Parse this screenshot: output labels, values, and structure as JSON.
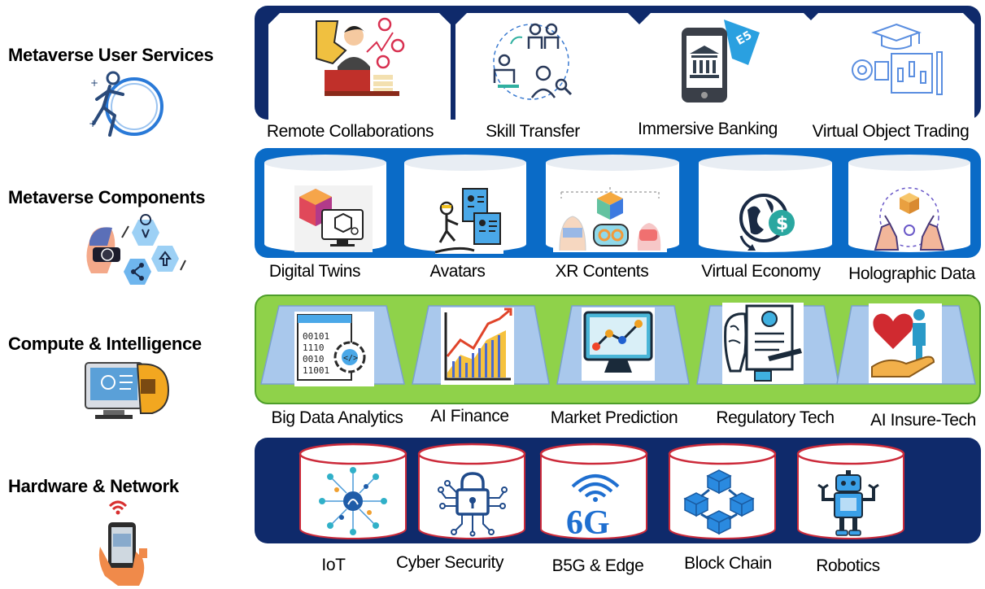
{
  "colors": {
    "navy": "#0f2a6b",
    "royal_blue": "#0a6bc7",
    "lime": "#8fd24a",
    "lime_border": "#4e9e2a",
    "light_blue": "#a9c8ec",
    "pink_red": "#cc2a3a",
    "icon_blue": "#1f6fd0",
    "icon_orange": "#f0a030"
  },
  "layers": [
    {
      "title": "Metaverse User Services",
      "icon": "vr-runner-icon",
      "items": [
        {
          "label": "Remote Collaborations",
          "icon": "remote-collaboration-icon"
        },
        {
          "label": "Skill Transfer",
          "icon": "skill-transfer-icon"
        },
        {
          "label": "Immersive Banking",
          "icon": "mobile-bank-icon"
        },
        {
          "label": "Virtual Object Trading",
          "icon": "trading-chart-icon"
        }
      ]
    },
    {
      "title": "Metaverse Components",
      "icon": "vr-headset-hexagon-icon",
      "items": [
        {
          "label": "Digital Twins",
          "icon": "digital-twin-cube-icon"
        },
        {
          "label": "Avatars",
          "icon": "avatar-profile-icon"
        },
        {
          "label": "XR Contents",
          "icon": "xr-headset-icon"
        },
        {
          "label": "Virtual Economy",
          "icon": "globe-dollar-icon"
        },
        {
          "label": "Holographic Data",
          "icon": "hologram-hands-icon"
        }
      ]
    },
    {
      "title": "Compute & Intelligence",
      "icon": "ai-brain-chip-icon",
      "items": [
        {
          "label": "Big Data Analytics",
          "icon": "binary-code-gear-icon"
        },
        {
          "label": "AI Finance",
          "icon": "growth-chart-icon"
        },
        {
          "label": "Market Prediction",
          "icon": "monitor-line-chart-icon"
        },
        {
          "label": "Regulatory Tech",
          "icon": "ai-document-icon"
        },
        {
          "label": "AI Insure-Tech",
          "icon": "heart-hand-icon"
        }
      ]
    },
    {
      "title": "Hardware & Network",
      "icon": "smartphone-wifi-icon",
      "items": [
        {
          "label": "IoT",
          "icon": "iot-network-icon"
        },
        {
          "label": "Cyber Security",
          "icon": "lock-circuit-icon"
        },
        {
          "label": "B5G & Edge",
          "icon": "wifi-6g-icon",
          "text": "6G"
        },
        {
          "label": "Block Chain",
          "icon": "blockchain-cubes-icon"
        },
        {
          "label": "Robotics",
          "icon": "robot-icon"
        }
      ]
    }
  ]
}
